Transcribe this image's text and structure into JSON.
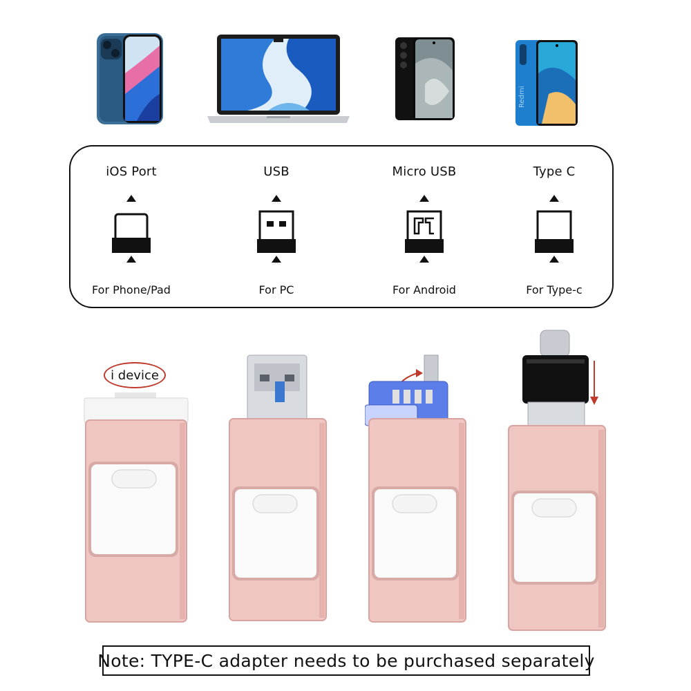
{
  "devices": [
    "iphone",
    "laptop",
    "samsung-phone",
    "redmi-phone"
  ],
  "devices_text": {
    "redmi_brand": "Redmi"
  },
  "ports": [
    {
      "title": "iOS Port",
      "subtitle": "For Phone/Pad",
      "icon": "lightning-port-icon"
    },
    {
      "title": "USB",
      "subtitle": "For PC",
      "icon": "usb-a-port-icon"
    },
    {
      "title": "Micro USB",
      "subtitle": "For Android",
      "icon": "micro-usb-port-icon"
    },
    {
      "title": "Type C",
      "subtitle": "For Type-c",
      "icon": "type-c-port-icon"
    }
  ],
  "callout": {
    "label": "i device"
  },
  "note": "Note: TYPE-C adapter needs to be purchased separately",
  "colors": {
    "stick_body": "#f0c6c3",
    "stick_edge": "#d9a3a0",
    "callout_border": "#c0392b",
    "arrow_red": "#c0392b",
    "adapter_blue": "#4a67e0"
  }
}
